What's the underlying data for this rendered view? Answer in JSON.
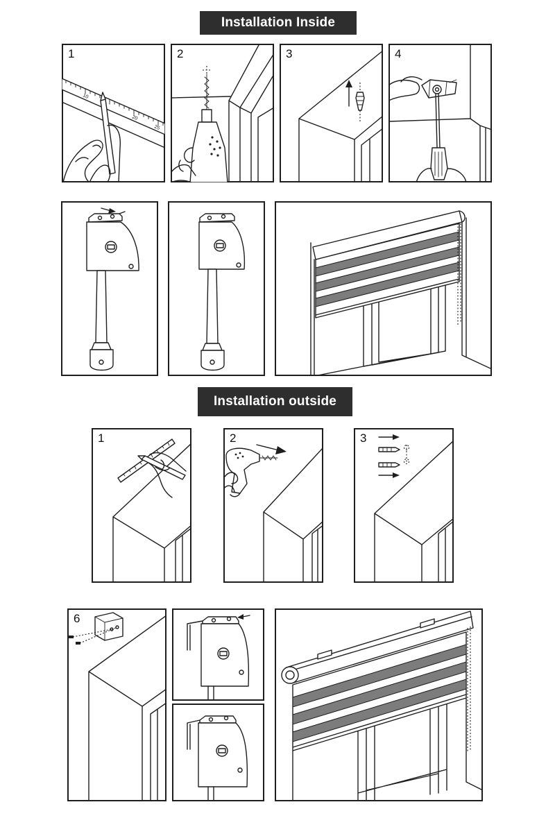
{
  "inside": {
    "title": "Installation Inside",
    "steps": [
      "1",
      "2",
      "3",
      "4"
    ],
    "ruler_marks": [
      "10",
      "20",
      "25"
    ]
  },
  "outside": {
    "title": "Installation outside",
    "steps": [
      "1",
      "2",
      "3",
      "6"
    ]
  },
  "colors": {
    "banner_background": "#2e2e2e",
    "banner_text": "#ffffff",
    "line": "#1e1e1e",
    "blind_stripe": "#7c7c7c"
  }
}
